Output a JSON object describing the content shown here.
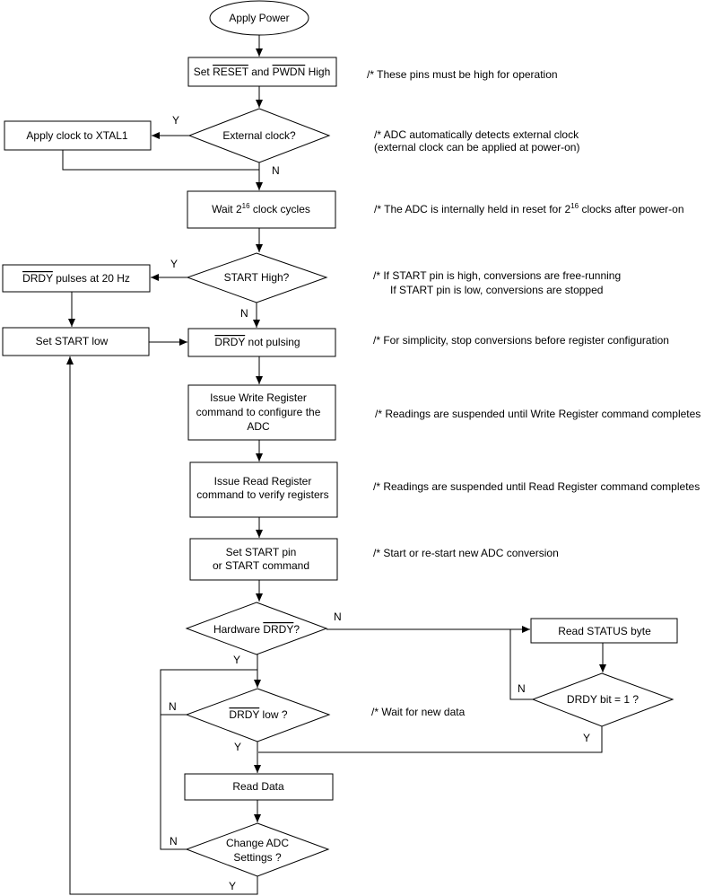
{
  "nodes": {
    "apply_power": "Apply Power",
    "set_reset": {
      "pre": "Set ",
      "reset": "RESET",
      "mid": " and ",
      "pwdn": "PWDN",
      "post": " High"
    },
    "external_clock": "External clock?",
    "apply_clock": "Apply clock to XTAL1",
    "wait_clock": {
      "pre": "Wait 2",
      "sup": "16",
      "post": " clock cycles"
    },
    "start_high": "START High?",
    "drdy_pulses": {
      "ov": "DRDY",
      "post": " pulses at 20 Hz"
    },
    "set_start_low": "Set START low",
    "drdy_not_pulsing": {
      "ov": "DRDY",
      "post": " not pulsing"
    },
    "write_register": [
      "Issue Write Register",
      "command to configure the",
      "ADC"
    ],
    "read_register": [
      "Issue Read Register",
      "command to verify registers"
    ],
    "set_start_pin": [
      "Set START pin",
      "or START command"
    ],
    "hardware_drdy": {
      "pre": "Hardware ",
      "ov": "DRDY",
      "post": "?"
    },
    "read_status": "Read STATUS byte",
    "drdy_bit": "DRDY bit = 1 ?",
    "drdy_low": {
      "ov": "DRDY",
      "post": " low ?"
    },
    "read_data": "Read Data",
    "change_settings": [
      "Change ADC",
      "Settings ?"
    ]
  },
  "branch_labels": {
    "ext_clock_yes": "Y",
    "ext_clock_no": "N",
    "start_yes": "Y",
    "start_no": "N",
    "hw_drdy_no": "N",
    "hw_drdy_yes": "Y",
    "drdy_bit_no": "N",
    "drdy_bit_yes": "Y",
    "drdy_low_no": "N",
    "drdy_low_yes": "Y",
    "change_no": "N",
    "change_yes": "Y"
  },
  "comments": {
    "pins_high": "/* These pins must be high for operation",
    "adc_detect_1": "/* ADC automatically detects external clock",
    "adc_detect_2": "(external clock can be applied at power-on)",
    "reset_hold": {
      "pre": "/* The ADC is internally held in reset for 2",
      "sup": "16",
      "post": " clocks after power-on"
    },
    "start_free_1": "/* If START pin is high, conversions are free-running",
    "start_free_2": "If START pin is low, conversions are stopped",
    "simplicity": "/* For simplicity, stop conversions before register configuration",
    "write_suspend": "/* Readings are suspended until Write Register command completes",
    "read_suspend": "/* Readings are suspended until Read Register command completes",
    "start_restart": "/* Start or re-start new ADC conversion",
    "wait_data": "/* Wait for new data"
  }
}
